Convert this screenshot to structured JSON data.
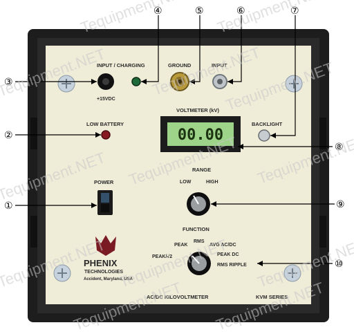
{
  "callouts": {
    "c1": "①",
    "c2": "②",
    "c3": "③",
    "c4": "④",
    "c5": "⑤",
    "c6": "⑥",
    "c7": "⑦",
    "c8": "⑧",
    "c9": "⑨",
    "c10": "⑩"
  },
  "panel": {
    "input_charging": "INPUT / CHARGING",
    "dc_rating": "+15VDC",
    "ground": "GROUND",
    "input": "INPUT",
    "voltmeter": "VOLTMETER (kV)",
    "low_battery": "LOW BATTERY",
    "backlight": "BACKLIGHT",
    "display_value": "00.00",
    "power": "POWER",
    "range": "RANGE",
    "range_low": "LOW",
    "range_high": "HIGH",
    "function": "FUNCTION",
    "fn_rms": "RMS",
    "fn_peak": "PEAK",
    "fn_avg": "AVG AC/DC",
    "fn_peak_rms": "PEAK/√2",
    "fn_peak_dc": "PEAK DC",
    "fn_rms_ripple": "RMS RIPPLE",
    "brand": "PHENIX",
    "brand_sub": "TECHNOLOGIES",
    "brand_loc": "Accident, Maryland, USA",
    "product": "AC/DC KILOVOLTMETER",
    "series": "KVM SERIES"
  },
  "watermark": "Tequipment.NET",
  "colors": {
    "panel": "#efecd8",
    "frame": "#1d1d1d",
    "lcd": "#9ed48a",
    "led_green": "#1f6a3a",
    "led_red": "#8a1a22"
  }
}
